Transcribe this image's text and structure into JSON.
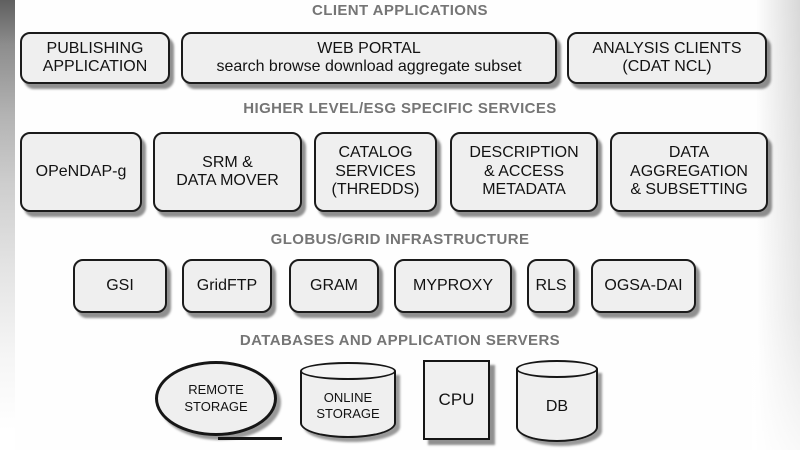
{
  "colors": {
    "box_fill": "#efefef",
    "box_border": "#1b1b1b",
    "header_text": "#757575",
    "box_text": "#121212",
    "shadow": "rgba(70,70,70,0.6)"
  },
  "sections": [
    {
      "title": "CLIENT APPLICATIONS",
      "boxes": [
        {
          "label": "PUBLISHING\nAPPLICATION"
        },
        {
          "label": "WEB PORTAL\nsearch browse download aggregate subset"
        },
        {
          "label": "ANALYSIS CLIENTS\n(CDAT NCL)"
        }
      ]
    },
    {
      "title": "HIGHER LEVEL/ESG SPECIFIC SERVICES",
      "boxes": [
        {
          "label": "OPeNDAP-g"
        },
        {
          "label": "SRM &\nDATA MOVER"
        },
        {
          "label": "CATALOG\nSERVICES\n(THREDDS)"
        },
        {
          "label": "DESCRIPTION\n& ACCESS\nMETADATA"
        },
        {
          "label": "DATA\nAGGREGATION\n& SUBSETTING"
        }
      ]
    },
    {
      "title": "GLOBUS/GRID INFRASTRUCTURE",
      "boxes": [
        {
          "label": "GSI"
        },
        {
          "label": "GridFTP"
        },
        {
          "label": "GRAM"
        },
        {
          "label": "MYPROXY"
        },
        {
          "label": "RLS"
        },
        {
          "label": "OGSA-DAI"
        }
      ]
    },
    {
      "title": "DATABASES AND APPLICATION SERVERS",
      "shapes": [
        {
          "type": "ellipse",
          "label": "REMOTE\nSTORAGE"
        },
        {
          "type": "cylinder",
          "label": "ONLINE\nSTORAGE"
        },
        {
          "type": "rect",
          "label": "CPU"
        },
        {
          "type": "cylinder",
          "label": "DB"
        }
      ]
    }
  ]
}
